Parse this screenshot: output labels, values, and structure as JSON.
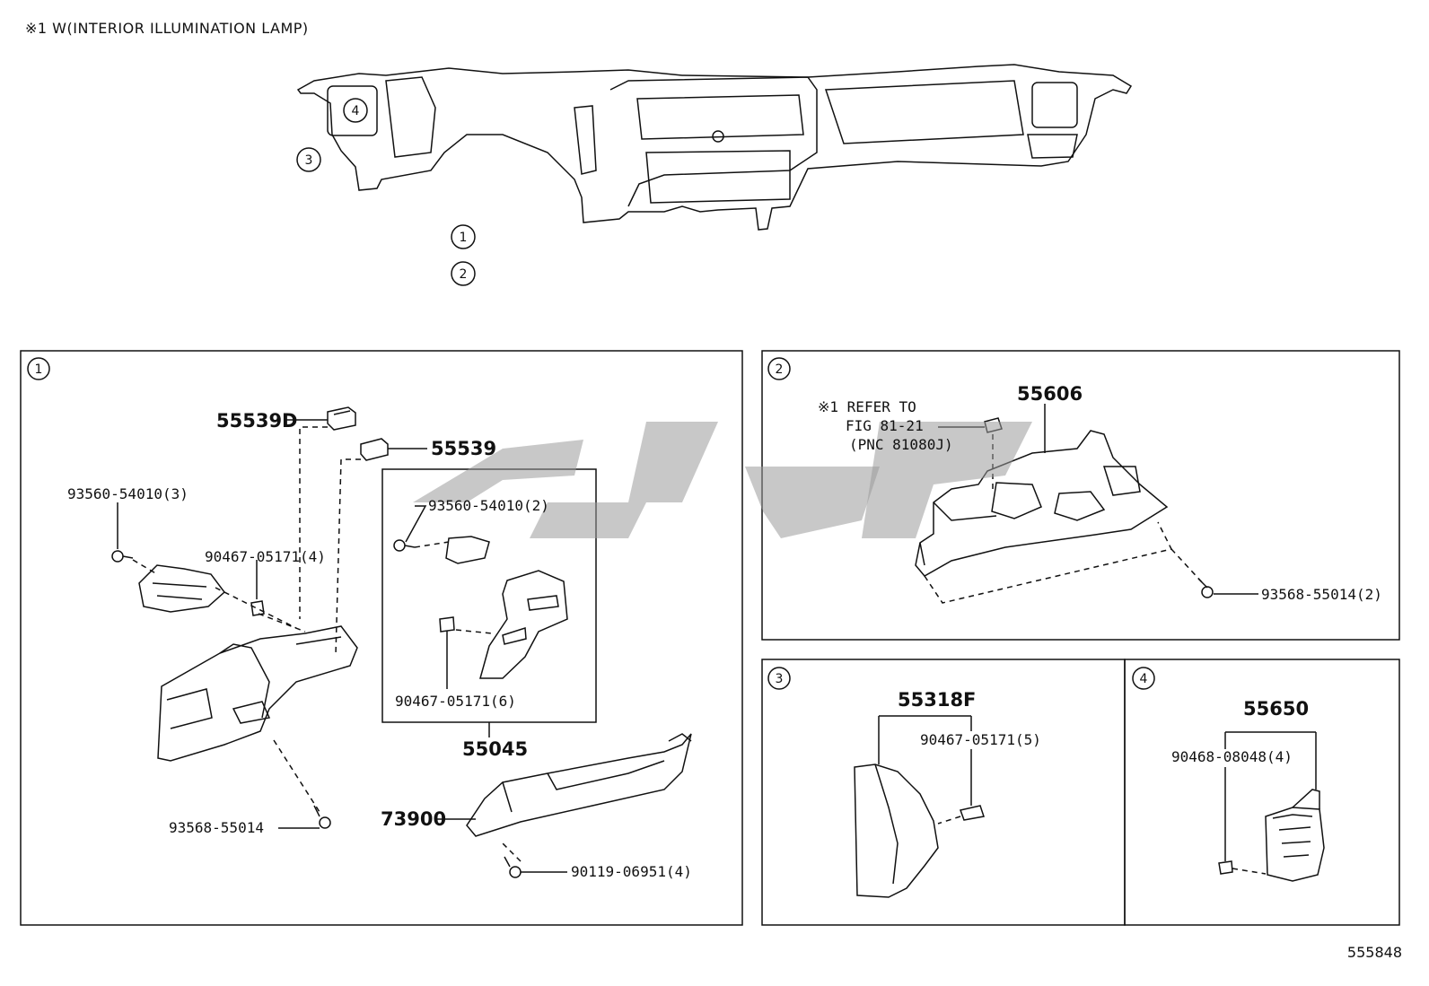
{
  "header_note": "※1 W(INTERIOR ILLUMINATION LAMP)",
  "diagram_id": "555848",
  "overview": {
    "callouts": [
      "1",
      "2",
      "3",
      "4"
    ]
  },
  "panel1": {
    "number": "1",
    "labels": {
      "p55539D": "55539D",
      "p55539": "55539",
      "p93560_3": "93560-54010(3)",
      "p90467_4": "90467-05171(4)",
      "p93560_2": "93560-54010(2)",
      "p90467_6": "90467-05171(6)",
      "p55045": "55045",
      "p73900": "73900",
      "p93568": "93568-55014",
      "p90119": "90119-06951(4)"
    }
  },
  "panel2": {
    "number": "2",
    "labels": {
      "refer1": "※1 REFER TO",
      "refer2": "FIG 81-21",
      "refer3": "(PNC 81080J)",
      "p55606": "55606",
      "p93568_2": "93568-55014(2)"
    }
  },
  "panel3": {
    "number": "3",
    "labels": {
      "p55318F": "55318F",
      "p90467_5": "90467-05171(5)"
    }
  },
  "panel4": {
    "number": "4",
    "labels": {
      "p55650": "55650",
      "p90468": "90468-08048(4)"
    }
  }
}
